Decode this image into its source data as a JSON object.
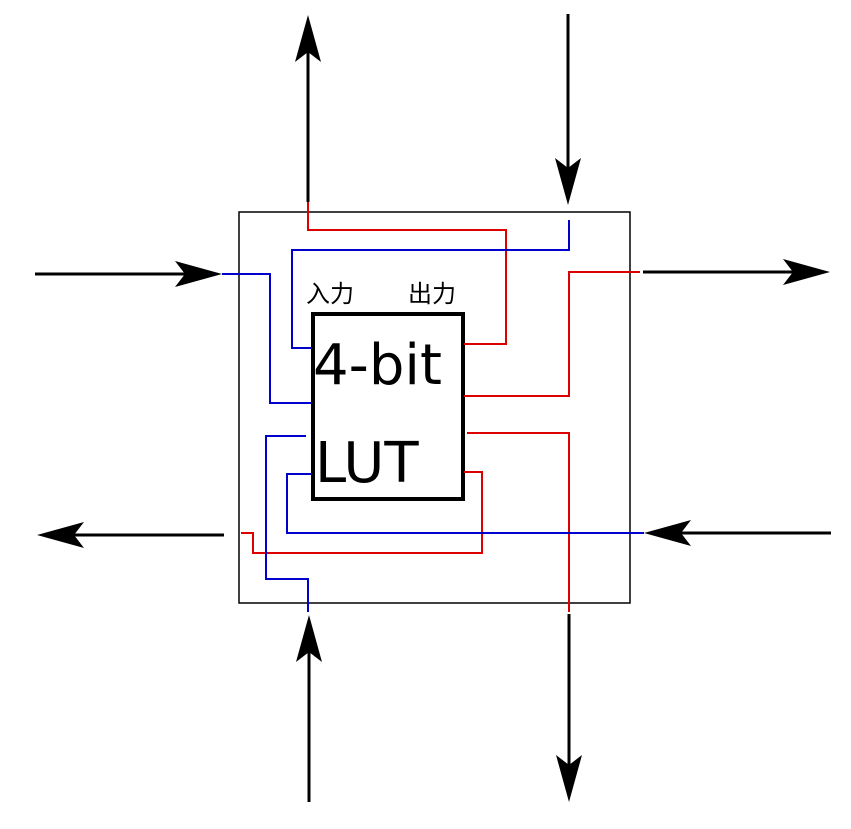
{
  "labels": {
    "input": "入力",
    "output": "出力",
    "lut_line1": "4-bit",
    "lut_line2": "LUT"
  },
  "colors": {
    "input_wire": "#0000cc",
    "output_wire": "#dd0000",
    "arrows": "#000000",
    "background": "#ffffff"
  }
}
